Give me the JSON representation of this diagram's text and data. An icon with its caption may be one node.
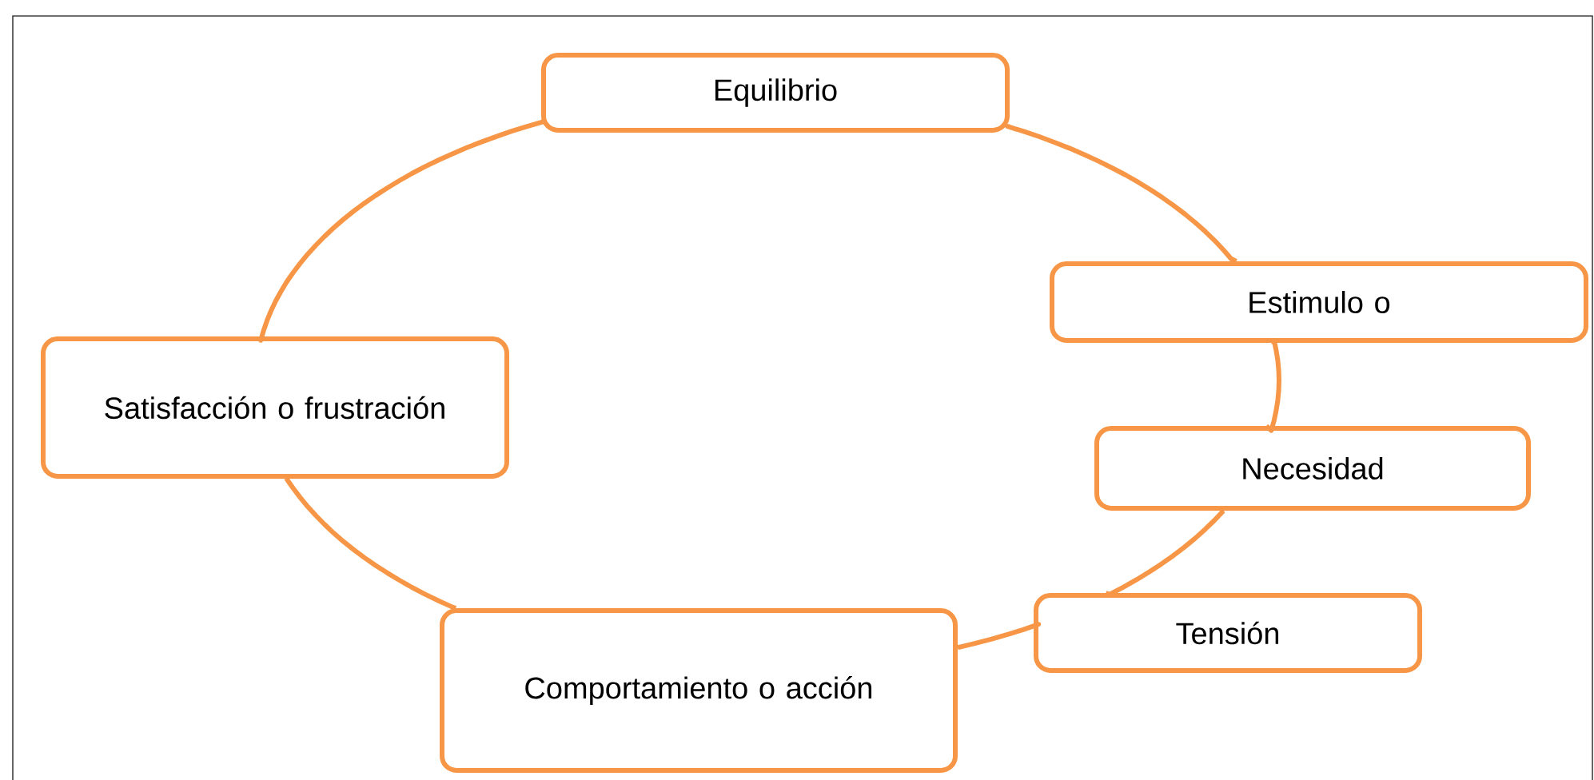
{
  "diagram": {
    "nodes": [
      {
        "text": [
          "Equilibrio"
        ]
      },
      {
        "text": [
          "Estimulo o"
        ]
      },
      {
        "text": [
          "Necesidad"
        ]
      },
      {
        "text": [
          "Tensión"
        ]
      },
      {
        "text": [
          "Comportamiento o acción"
        ]
      },
      {
        "text": [
          "Satisfacción o frustración"
        ]
      }
    ],
    "edges": [
      {
        "from": 0,
        "to": 1,
        "arrow": "none"
      },
      {
        "from": 1,
        "to": 2,
        "arrow": "none"
      },
      {
        "from": 2,
        "to": 3,
        "arrow": "none"
      },
      {
        "from": 3,
        "to": 4,
        "arrow": "none"
      },
      {
        "from": 4,
        "to": 5,
        "arrow": "none"
      },
      {
        "from": 5,
        "to": 0,
        "arrow": "none"
      }
    ]
  }
}
